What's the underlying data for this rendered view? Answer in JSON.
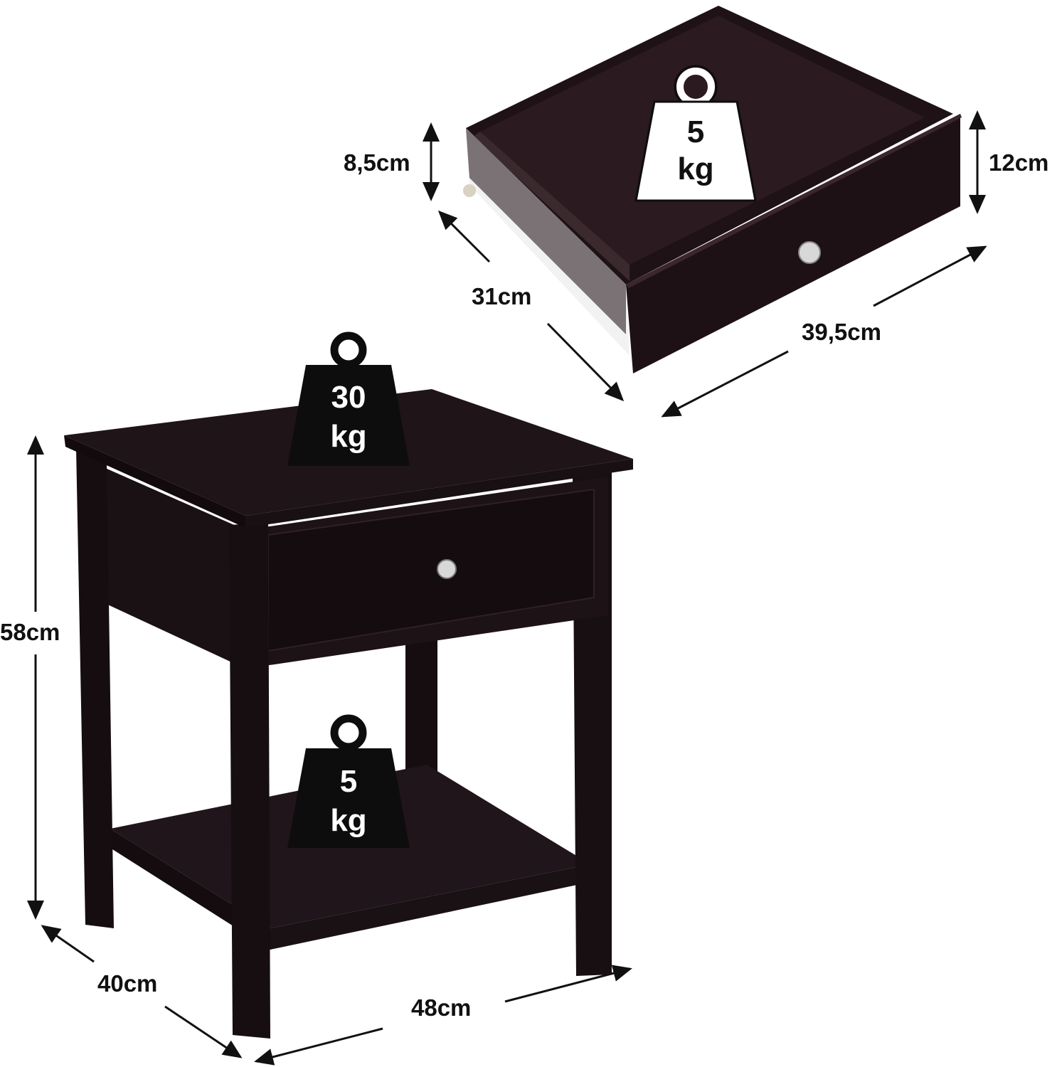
{
  "colors": {
    "wood": "#1b1315",
    "wood_light": "#2a1c20",
    "drawer": "#24141a",
    "arrow": "#111111",
    "weight_icon": "#0d0d0d"
  },
  "dimensions": {
    "drawer_inner_height": "8,5cm",
    "drawer_front_height": "12cm",
    "drawer_depth": "31cm",
    "drawer_width": "39,5cm",
    "table_height": "58cm",
    "table_depth": "40cm",
    "table_width": "48cm"
  },
  "weights": {
    "drawer": {
      "value": "5",
      "unit": "kg",
      "icon": "weight-icon"
    },
    "top": {
      "value": "30",
      "unit": "kg",
      "icon": "weight-icon"
    },
    "shelf": {
      "value": "5",
      "unit": "kg",
      "icon": "weight-icon"
    }
  }
}
